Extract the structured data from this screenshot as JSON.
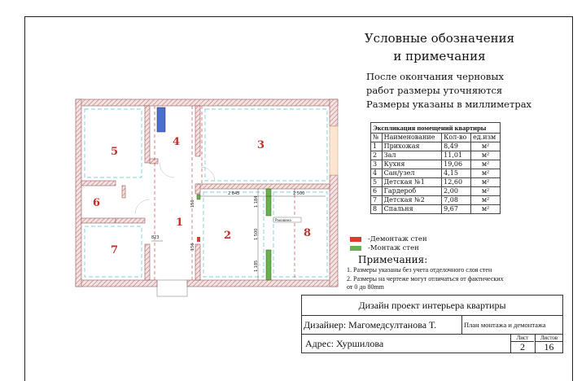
{
  "header": {
    "title_line1": "Условные обозначения",
    "title_line2": "и примечания"
  },
  "notes": [
    "После окончания черновых",
    "работ размеры уточняются",
    "Размеры указаны в миллиметрах"
  ],
  "explication": {
    "title": "Экспликация помещений квартиры",
    "columns": [
      "№",
      "Наименование",
      "Кол-во",
      "ед.изм"
    ],
    "rows": [
      [
        "1",
        "Прихожая",
        "8,49",
        "м²"
      ],
      [
        "2",
        "Зал",
        "11,01",
        "м²"
      ],
      [
        "3",
        "Кухня",
        "19,06",
        "м²"
      ],
      [
        "4",
        "Сан/узел",
        "4,15",
        "м²"
      ],
      [
        "5",
        "Детская №1",
        "12,60",
        "м²"
      ],
      [
        "6",
        "Гардероб",
        "2,00",
        "м²"
      ],
      [
        "7",
        "Детская №2",
        "7,08",
        "м²"
      ],
      [
        "8",
        "Спальня",
        "9,67",
        "м²"
      ]
    ]
  },
  "legend": [
    {
      "label": "-Демонтаж стен",
      "color": "#e03a2f"
    },
    {
      "label": "-Монтаж стен",
      "color": "#6ab04c"
    }
  ],
  "remarks": {
    "title": "Примечания:",
    "items": [
      "1. Размеры указаны без учета отделочного слоя стен",
      "2. Размеры на чертеже могут отличаться от фактических",
      "от 0 до 80mm"
    ]
  },
  "title_block": {
    "project": "Дизайн проект интерьера квартиры",
    "designer": "Дизайнер: Магомедсултанова Т.",
    "sheet_name": "План монтажа и демонтажа",
    "address": "Адрес: Хуршилова",
    "sheet_label": "Лист",
    "sheet": "2",
    "sheets_label": "Листов",
    "sheets": "16"
  },
  "plan": {
    "rooms": [
      "1",
      "2",
      "3",
      "4",
      "5",
      "6",
      "7",
      "8"
    ],
    "dimensions": {
      "d2845": "2 845",
      "d2500": "2 500",
      "d1184": "1 184",
      "d1500": "1 500",
      "d1185": "1 185",
      "d156a": "156",
      "d156b": "156",
      "d823": "823",
      "tag": "Раковина"
    }
  },
  "colors": {
    "wall": "#c98a8a",
    "demolish": "#e03a2f",
    "build": "#6ab04c",
    "axis": "#5bc0c8"
  }
}
